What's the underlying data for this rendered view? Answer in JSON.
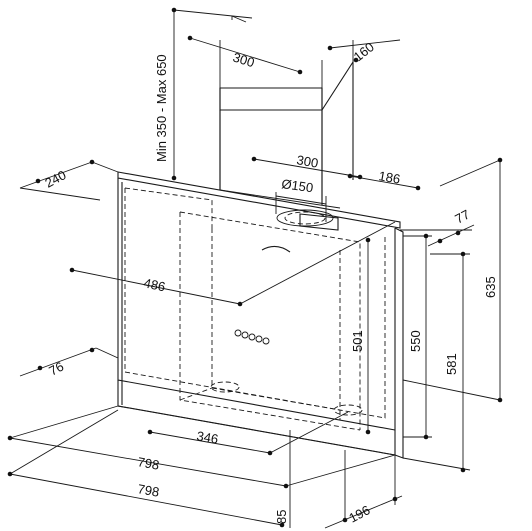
{
  "dimensions": {
    "chimney_height_range": "Min 350  -  Max 650",
    "chimney_width": "300",
    "chimney_depth": "160",
    "hood_side_depth": "240",
    "outlet_offset": "300",
    "outlet_diameter": "Ø150",
    "outlet_depth": "186",
    "panel_gap": "77",
    "bracket_width": "486",
    "bracket_height": "501",
    "inner_height": "550",
    "outer_height": "581",
    "total_height": "635",
    "lower_offset": "76",
    "lower_bracket": "346",
    "hood_width_inner": "798",
    "hood_width_outer": "798",
    "bottom_height": "85",
    "bottom_depth": "196"
  },
  "controls_panel": {
    "button_count": 5
  }
}
